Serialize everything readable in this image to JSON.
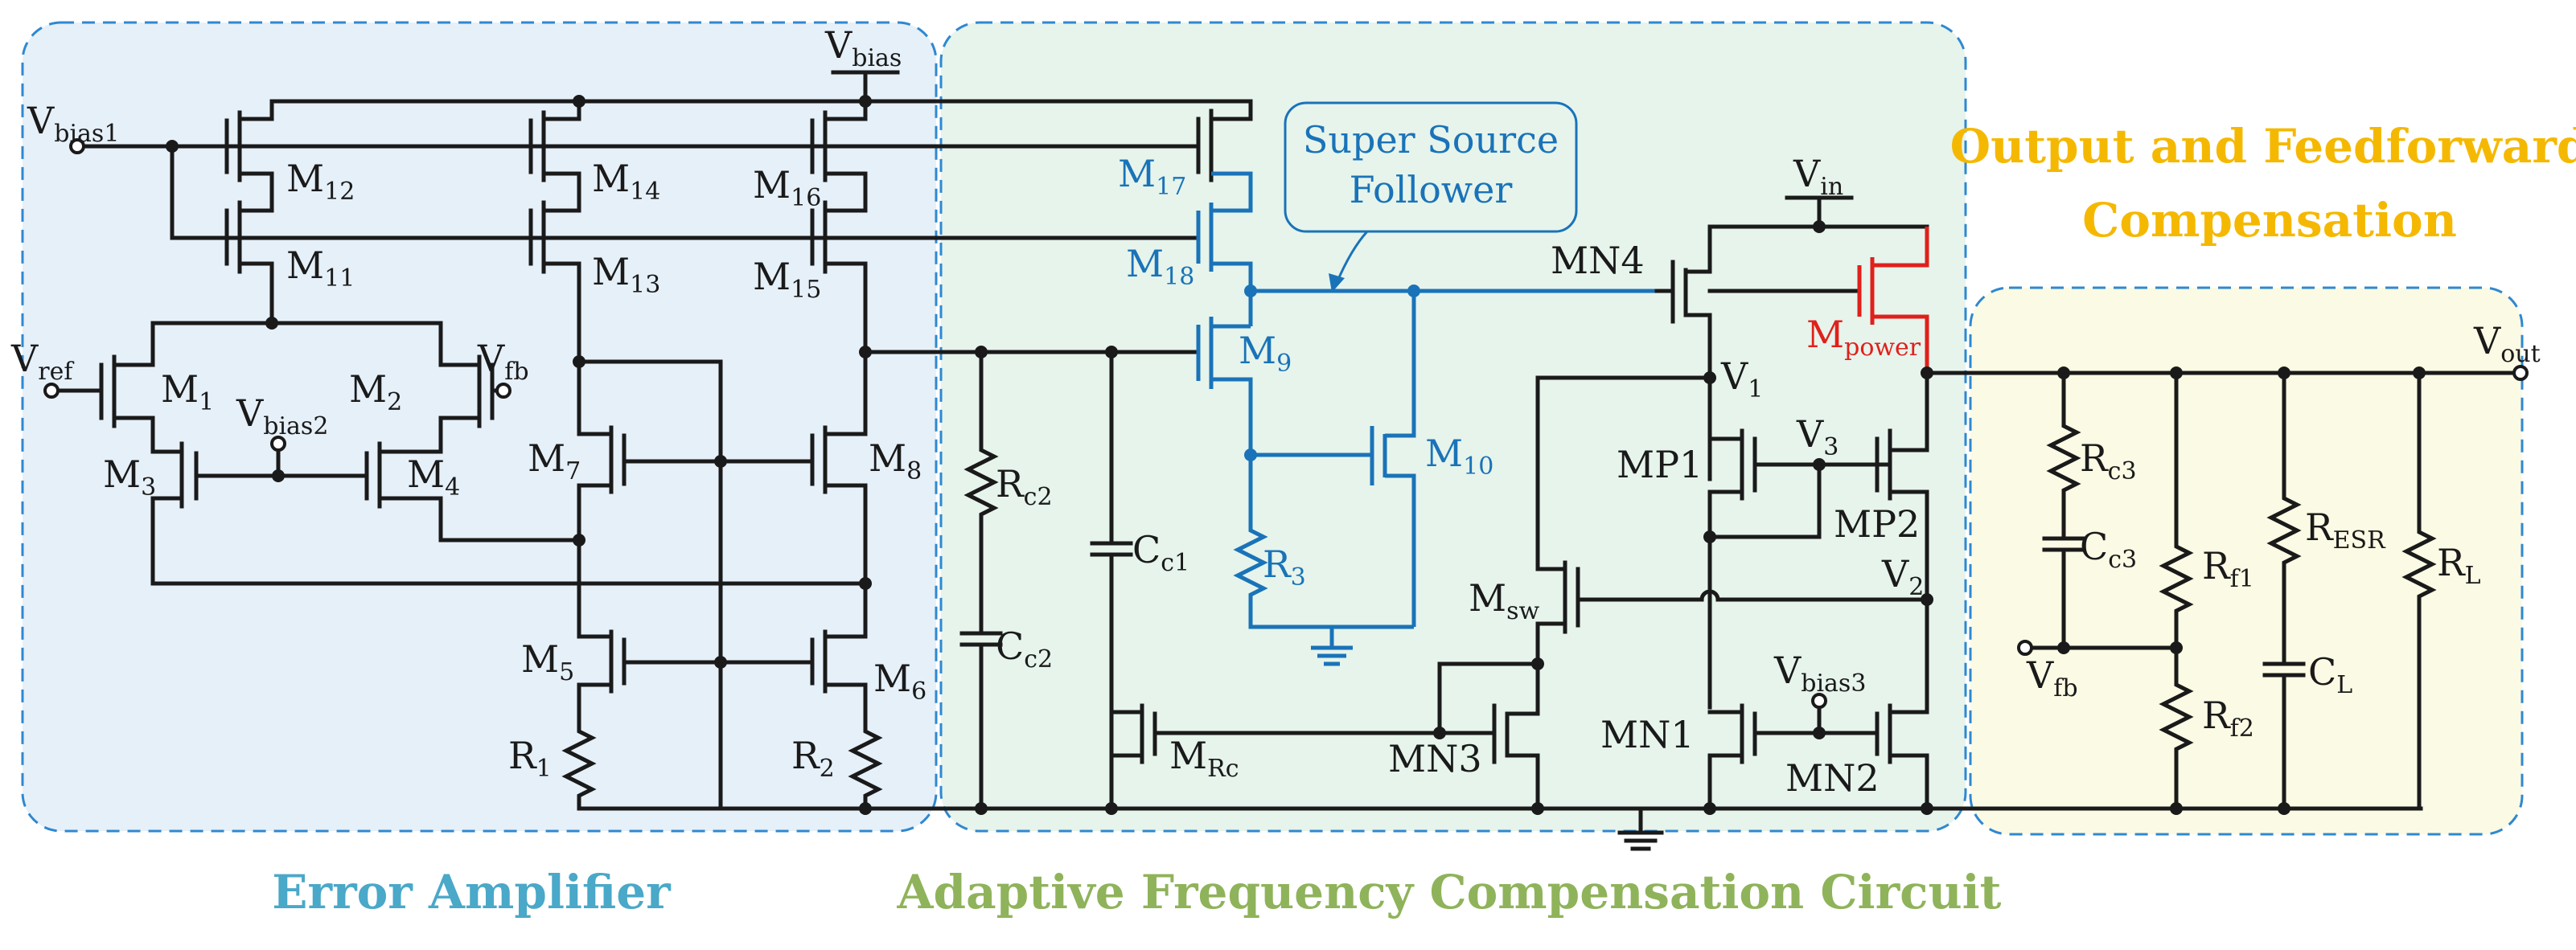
{
  "sections": {
    "error_amplifier": {
      "title": "Error Amplifier",
      "fill": "#e6f0f9",
      "stroke": "#2f88d0",
      "title_color": "#4aa8c8"
    },
    "adaptive": {
      "title": "Adaptive Frequency Compensation Circuit",
      "fill": "#e6f4ec",
      "stroke": "#2f88d0",
      "title_color": "#8fb35a"
    },
    "output_title_line1": "Output and Feedforward",
    "output_title_line2": "Compensation",
    "output": {
      "fill": "#fbfae4",
      "stroke": "#2f88d0",
      "title_color": "#f5b800"
    }
  },
  "callout": {
    "line1": "Super Source",
    "line2": "Follower",
    "color": "#1a73b8"
  },
  "colors": {
    "wire": "#1a1a1a",
    "blue": "#1a73b8",
    "red": "#e0201b"
  },
  "nets": {
    "vbias_top": {
      "main": "V",
      "sub": "bias"
    },
    "vbias1": {
      "main": "V",
      "sub": "bias1"
    },
    "vbias2": {
      "main": "V",
      "sub": "bias2"
    },
    "vbias3": {
      "main": "V",
      "sub": "bias3"
    },
    "vref": {
      "main": "V",
      "sub": "ref"
    },
    "vfb_left": {
      "main": "V",
      "sub": "fb"
    },
    "vfb_right": {
      "main": "V",
      "sub": "fb"
    },
    "vin": {
      "main": "V",
      "sub": "in"
    },
    "vout": {
      "main": "V",
      "sub": "out"
    },
    "v1": {
      "main": "V",
      "sub": "1"
    },
    "v2": {
      "main": "V",
      "sub": "2"
    },
    "v3": {
      "main": "V",
      "sub": "3"
    }
  },
  "devices": {
    "m1": {
      "main": "M",
      "sub": "1"
    },
    "m2": {
      "main": "M",
      "sub": "2"
    },
    "m3": {
      "main": "M",
      "sub": "3"
    },
    "m4": {
      "main": "M",
      "sub": "4"
    },
    "m5": {
      "main": "M",
      "sub": "5"
    },
    "m6": {
      "main": "M",
      "sub": "6"
    },
    "m7": {
      "main": "M",
      "sub": "7"
    },
    "m8": {
      "main": "M",
      "sub": "8"
    },
    "m9": {
      "main": "M",
      "sub": "9"
    },
    "m10": {
      "main": "M",
      "sub": "10"
    },
    "m11": {
      "main": "M",
      "sub": "11"
    },
    "m12": {
      "main": "M",
      "sub": "12"
    },
    "m13": {
      "main": "M",
      "sub": "13"
    },
    "m14": {
      "main": "M",
      "sub": "14"
    },
    "m15": {
      "main": "M",
      "sub": "15"
    },
    "m16": {
      "main": "M",
      "sub": "16"
    },
    "m17": {
      "main": "M",
      "sub": "17"
    },
    "m18": {
      "main": "M",
      "sub": "18"
    },
    "mpower": {
      "main": "M",
      "sub": "power"
    },
    "mrc": {
      "main": "M",
      "sub": "Rc"
    },
    "msw": {
      "main": "M",
      "sub": "sw"
    },
    "mn1": {
      "main": "MN1",
      "sub": ""
    },
    "mn2": {
      "main": "MN2",
      "sub": ""
    },
    "mn3": {
      "main": "MN3",
      "sub": ""
    },
    "mn4": {
      "main": "MN4",
      "sub": ""
    },
    "mp1": {
      "main": "MP1",
      "sub": ""
    },
    "mp2": {
      "main": "MP2",
      "sub": ""
    },
    "r1": {
      "main": "R",
      "sub": "1"
    },
    "r2": {
      "main": "R",
      "sub": "2"
    },
    "r3": {
      "main": "R",
      "sub": "3"
    },
    "rc2": {
      "main": "R",
      "sub": "c2"
    },
    "rc3": {
      "main": "R",
      "sub": "c3"
    },
    "rf1": {
      "main": "R",
      "sub": "f1"
    },
    "rf2": {
      "main": "R",
      "sub": "f2"
    },
    "resr": {
      "main": "R",
      "sub": "ESR"
    },
    "rl": {
      "main": "R",
      "sub": "L"
    },
    "cc1": {
      "main": "C",
      "sub": "c1"
    },
    "cc2": {
      "main": "C",
      "sub": "c2"
    },
    "cc3": {
      "main": "C",
      "sub": "c3"
    },
    "cl": {
      "main": "C",
      "sub": "L"
    }
  }
}
